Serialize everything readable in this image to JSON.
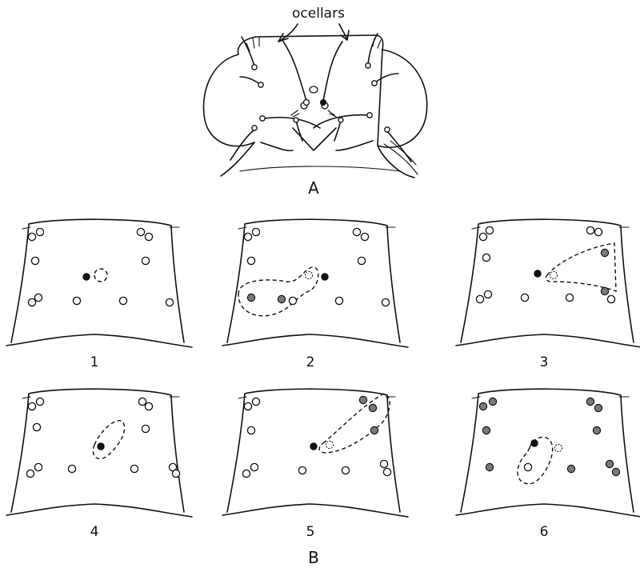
{
  "figure": {
    "callout": "ocellars",
    "label_a": "A",
    "label_b": "B",
    "panels": [
      {
        "label": "1"
      },
      {
        "label": "2"
      },
      {
        "label": "3"
      },
      {
        "label": "4"
      },
      {
        "label": "5"
      },
      {
        "label": "6"
      }
    ]
  }
}
